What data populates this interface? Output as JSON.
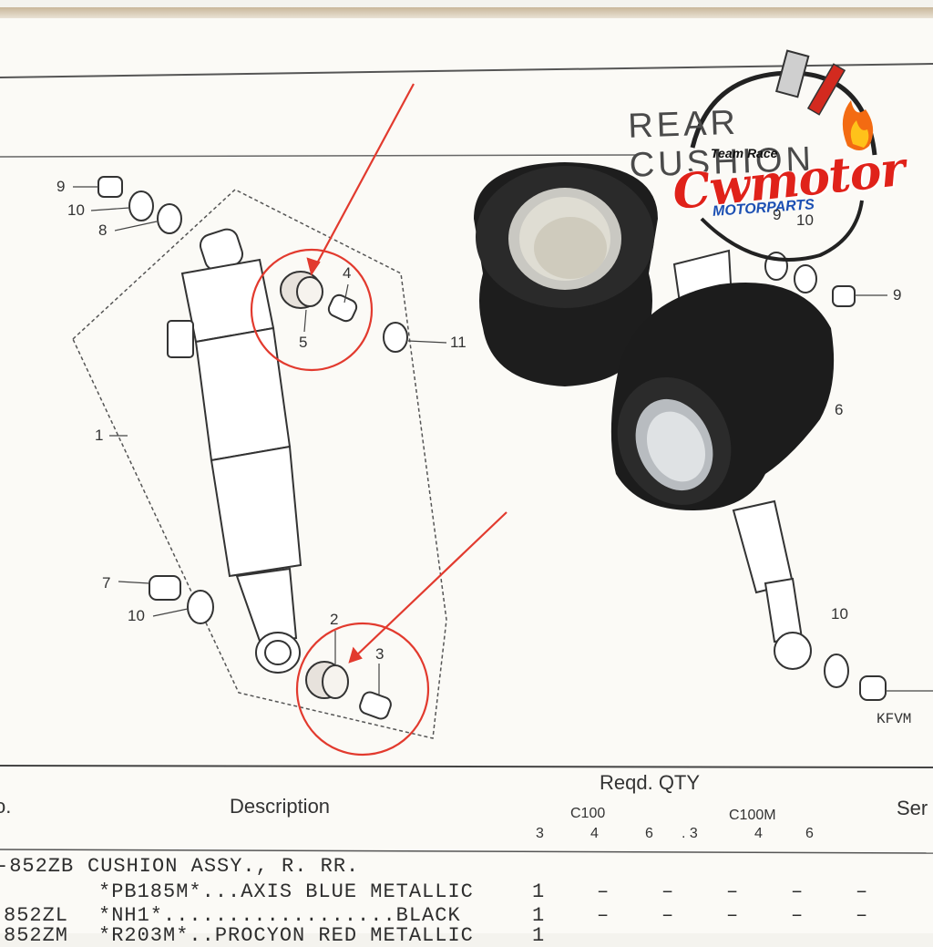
{
  "header": {
    "title": "REAR CUSHION"
  },
  "logo": {
    "team": "Team Race",
    "brand": "Cwmotor",
    "sub": "MOTORPARTS"
  },
  "callouts": {
    "c1": "1",
    "c2": "2",
    "c3": "3",
    "c4": "4",
    "c5": "5",
    "c7": "7",
    "c8": "8",
    "c9": "9",
    "c10a": "10",
    "c10b": "10",
    "c11": "11",
    "r6": "6",
    "r9": "9",
    "r10a": "10",
    "r10b": "10",
    "r9b": "9"
  },
  "code": "KFVM",
  "table": {
    "col_no": "o.",
    "col_desc": "Description",
    "col_qty": "Reqd. QTY",
    "col_ser": "Ser",
    "group_a": "C100",
    "group_b": "C100M",
    "sub_cols": [
      "3",
      "4",
      "6",
      ". 3",
      "4",
      "6"
    ],
    "rows": [
      {
        "code": "-852ZB",
        "desc": "CUSHION ASSY., R. RR.",
        "qty": ""
      },
      {
        "code": "",
        "desc": "*PB185M*...AXIS BLUE METALLIC",
        "qty": "1    –    –    –    –    –"
      },
      {
        "code": "852ZL",
        "desc": "*NH1*..................BLACK",
        "qty": "1    –    –    –    –    –"
      },
      {
        "code": "852ZM",
        "desc": "*R203M*..PROCYON RED METALLIC",
        "qty": "1"
      }
    ]
  }
}
